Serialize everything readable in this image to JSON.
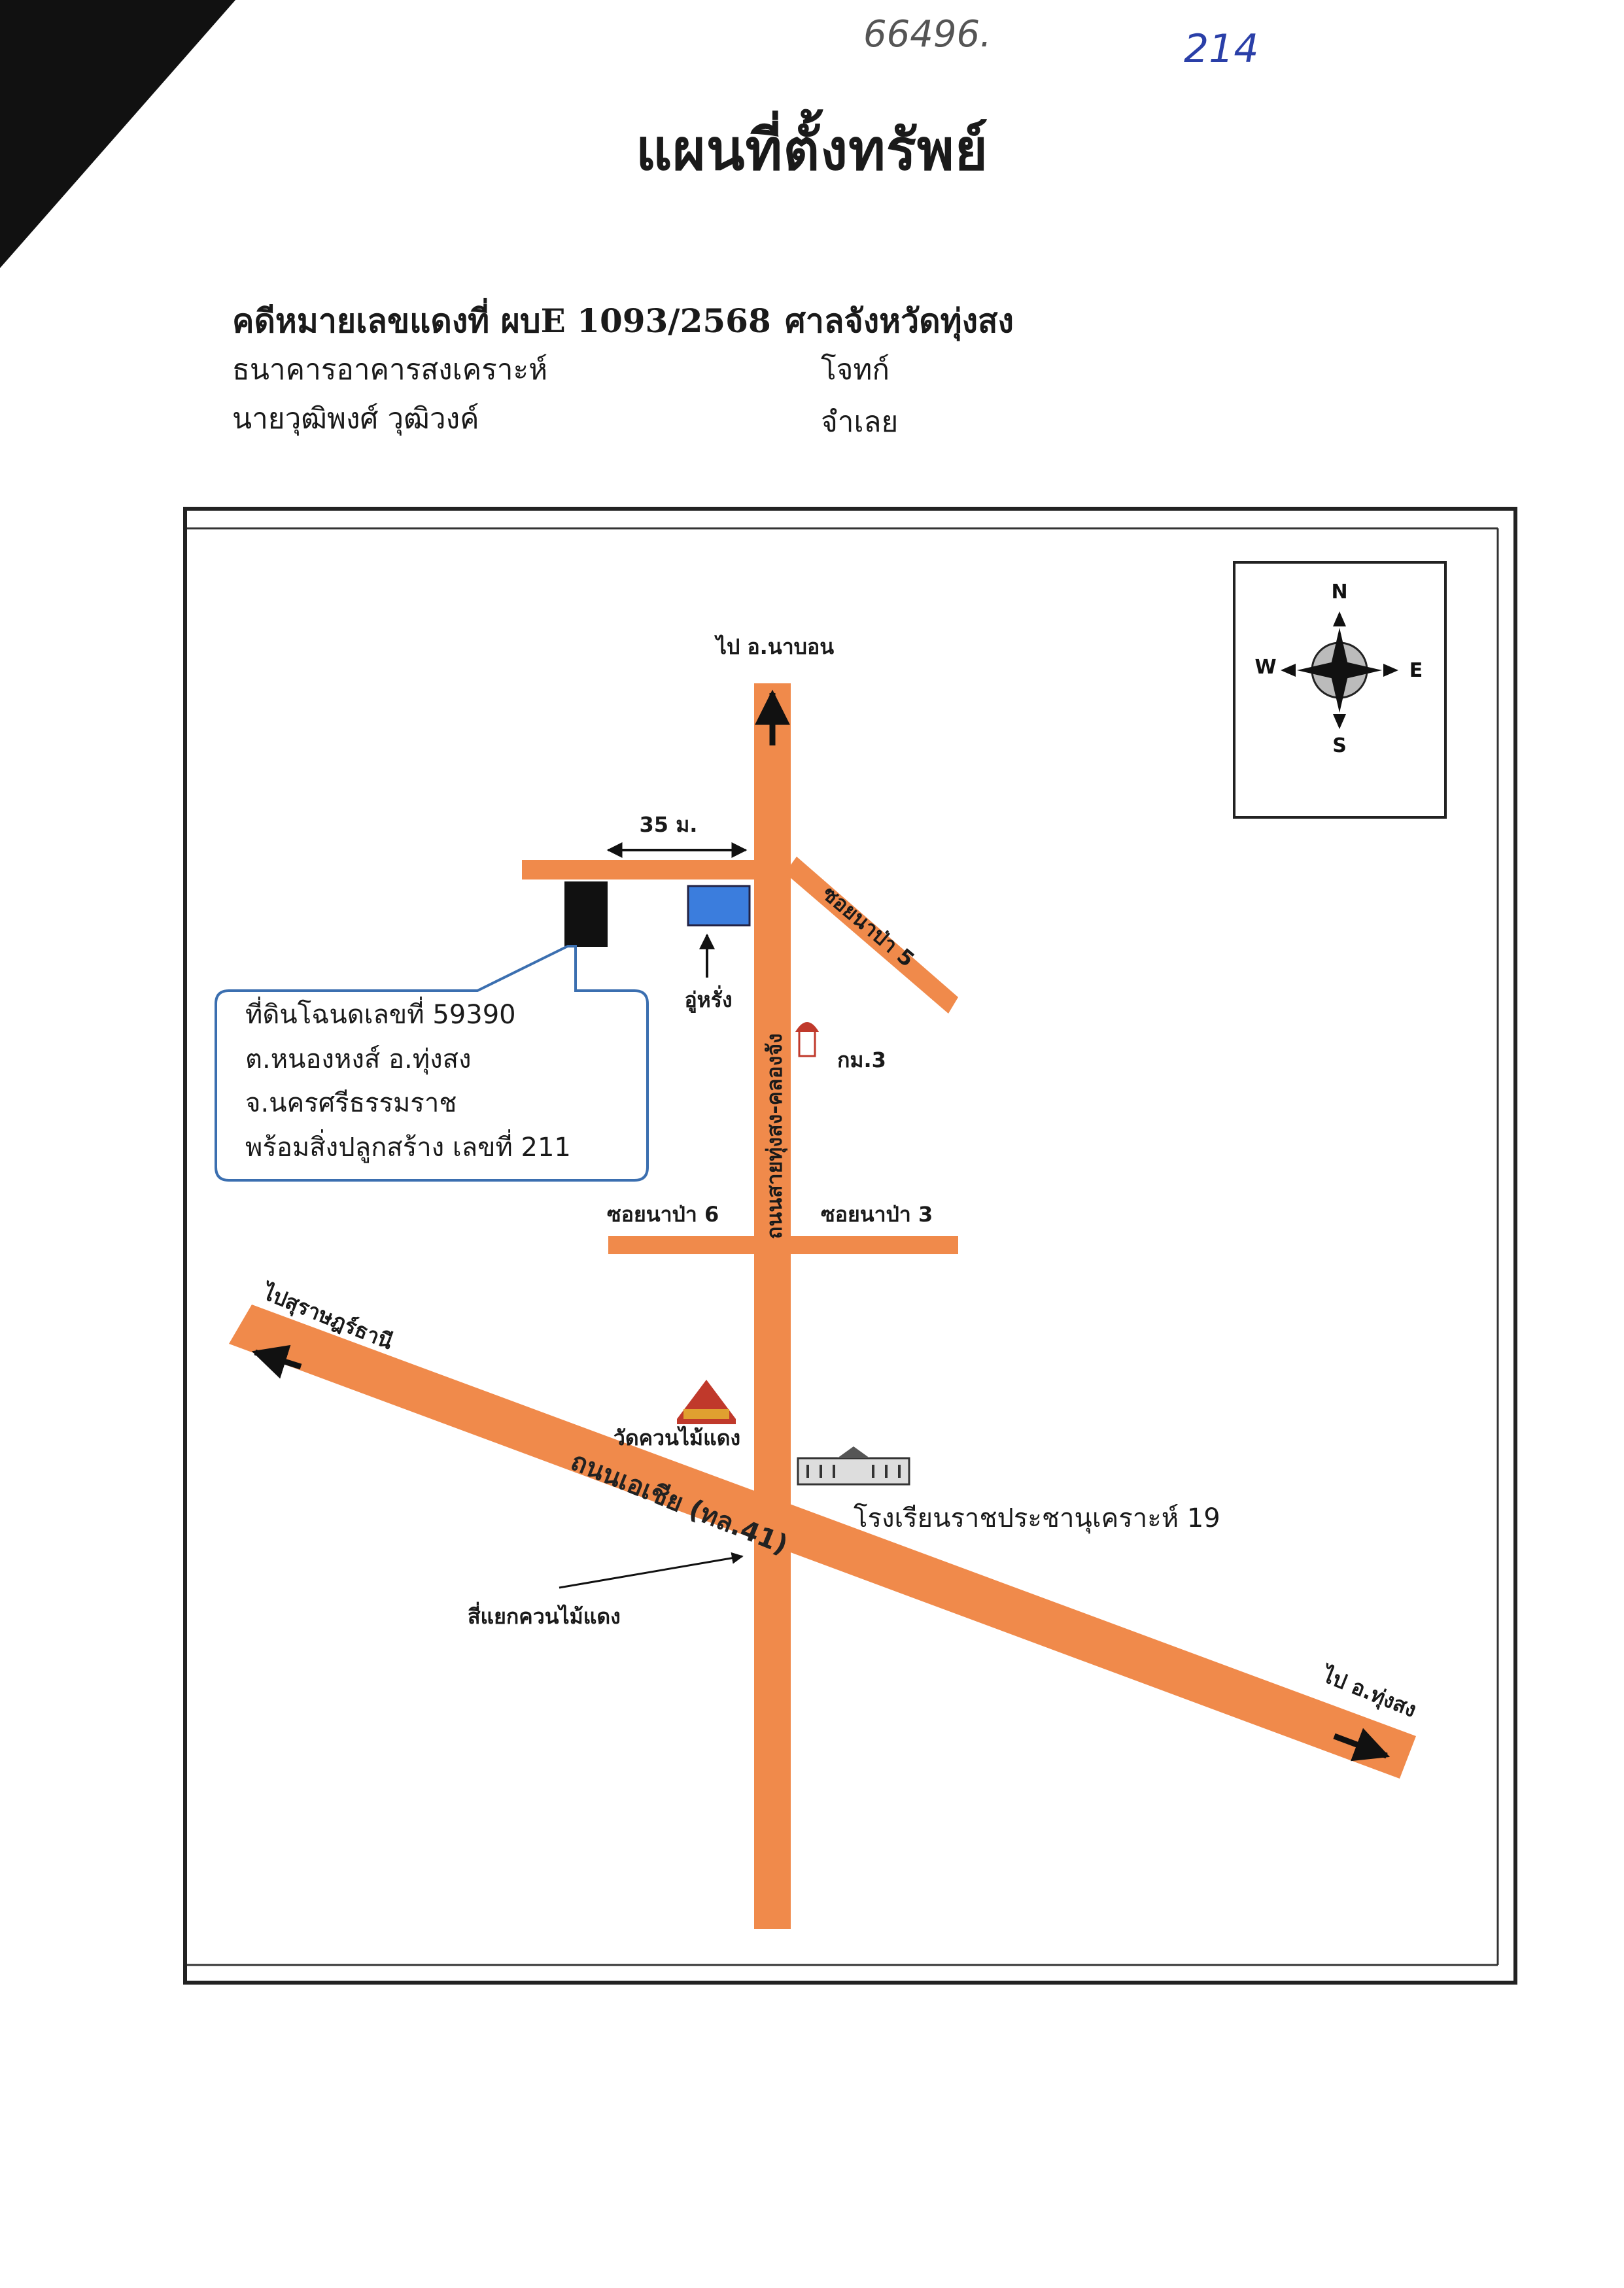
{
  "handwritten": {
    "top_note": "66496.",
    "page_no": "214"
  },
  "title": "แผนที่ตั้งทรัพย์",
  "header": {
    "case_label": "คดีหมายเลขแดงที่ ผบE 1093/2568",
    "court": "ศาลจังหวัดทุ่งสง",
    "plaintiff_name": "ธนาคารอาคารสงเคราะห์",
    "plaintiff_role": "โจทก์",
    "defendant_name": "นายวุฒิพงศ์ วุฒิวงค์",
    "defendant_role": "จำเลย"
  },
  "map": {
    "compass": {
      "n": "N",
      "s": "S",
      "e": "E",
      "w": "W"
    },
    "labels": {
      "to_nabon": "ไป อ.นาบอน",
      "distance": "35 ม.",
      "soi_5": "ซอยนาป่า 5",
      "utility_pole_label": "อู่หรั่ง",
      "km_marker": "กม.3",
      "main_road_vertical": "ถนนสายทุ่งสง-คลองจัง",
      "soi_6": "ซอยนาป่า 6",
      "soi_3": "ซอยนาป่า 3",
      "to_surat": "ไปสุราษฎร์ธานี",
      "temple": "วัดควนไม้แดง",
      "asia_road": "ถนนเอเชีย (ทล.41)",
      "school": "โรงเรียนราชประชานุเคราะห์ 19",
      "intersection": "สี่แยกควนไม้แดง",
      "to_thungsong": "ไป อ.ทุ่งสง"
    },
    "callout": {
      "line1": "ที่ดินโฉนดเลขที่ 59390",
      "line2": "ต.หนองหงส์ อ.ทุ่งสง",
      "line3": "จ.นครศรีธรรมราช",
      "line4": "พร้อมสิ่งปลูกสร้าง เลขที่ 211"
    },
    "colors": {
      "road": "#f08a4b",
      "property": "#111111",
      "neighbor": "#3b7ddd",
      "callout_border": "#3b6fb0",
      "temple": "#c0392b"
    }
  }
}
